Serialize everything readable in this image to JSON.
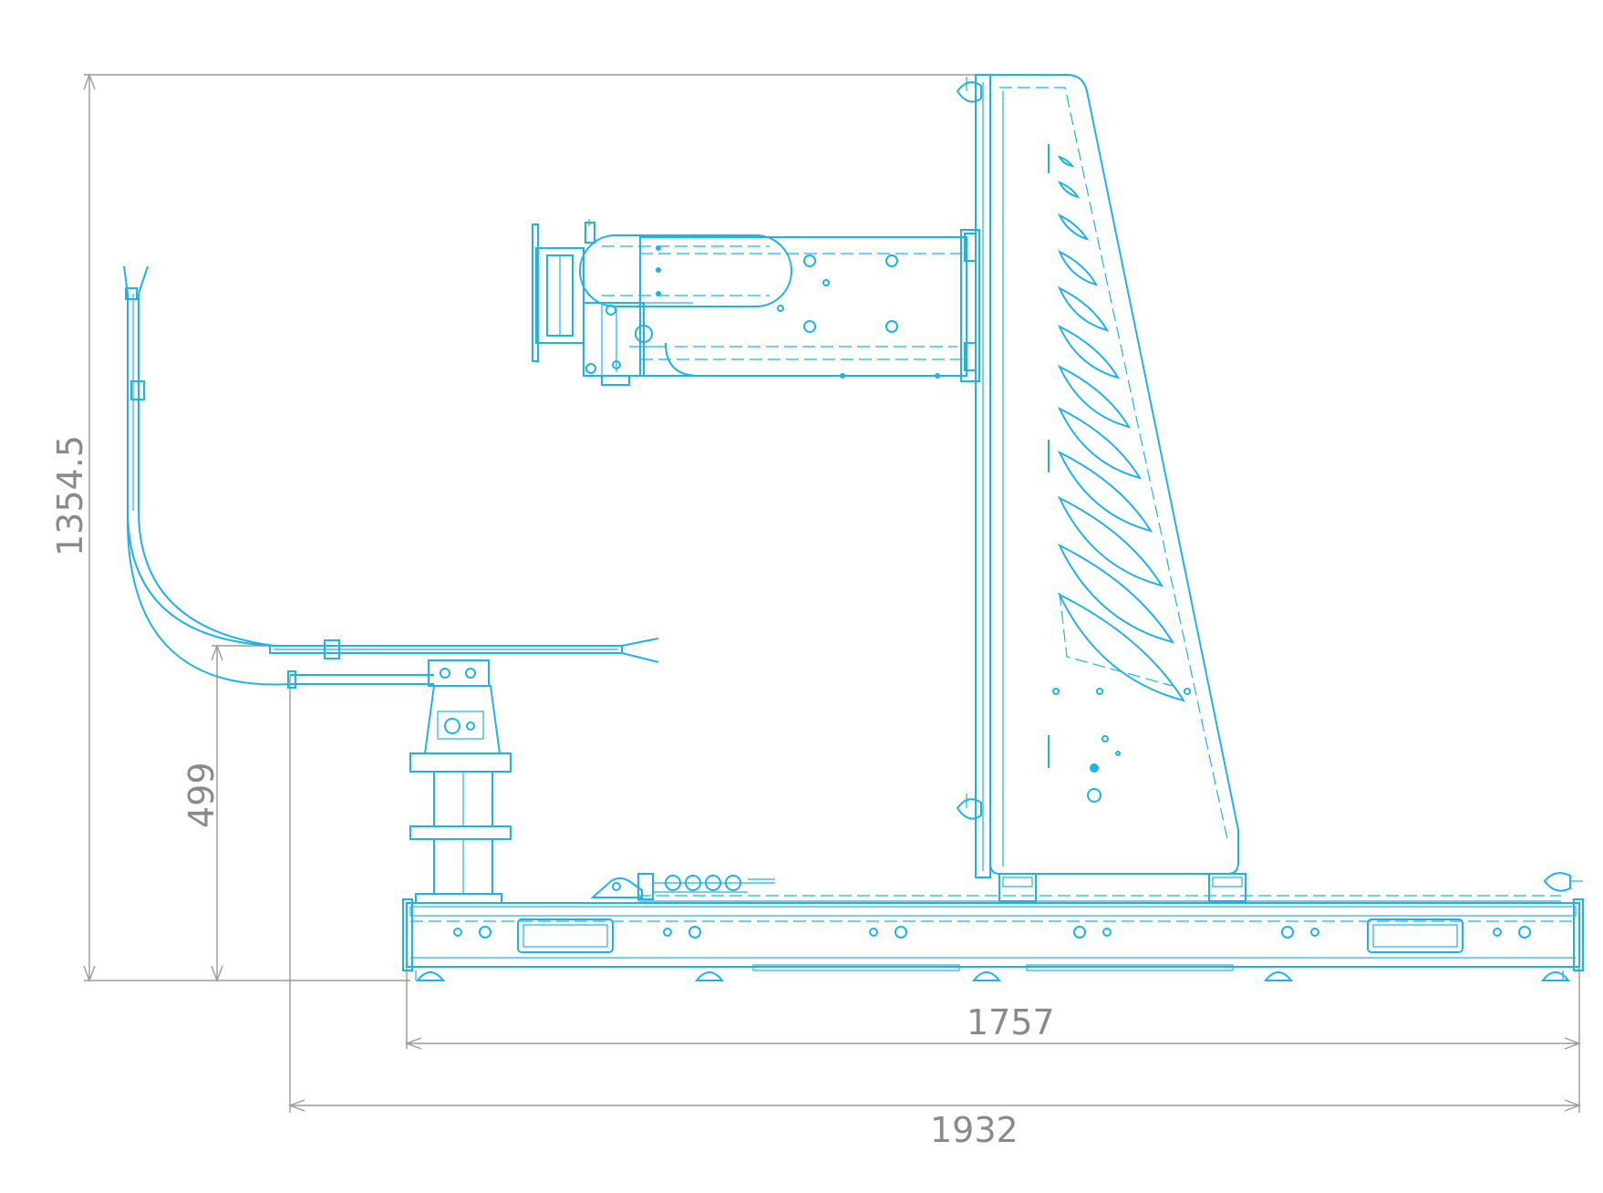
{
  "dimensions": {
    "overall_height": "1354.5",
    "seat_height": "499",
    "base_length": "1757",
    "overall_length": "1932"
  },
  "colors": {
    "line": "#1fb2e8",
    "dimension": "#8a8a8a"
  }
}
